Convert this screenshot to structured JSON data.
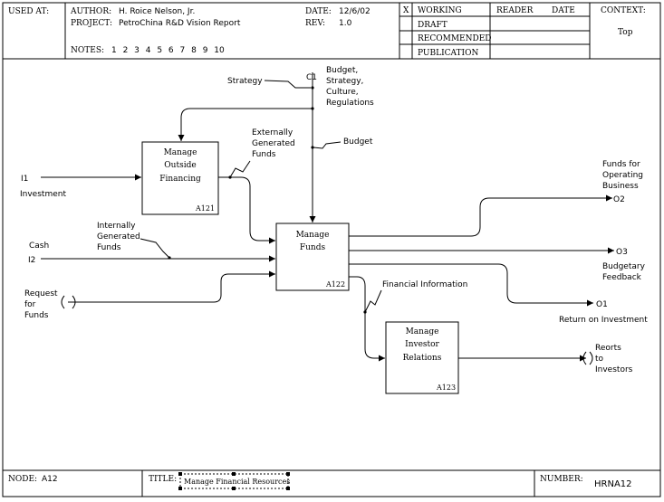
{
  "header": {
    "used_at_label": "USED AT:",
    "author_label": "AUTHOR:",
    "author": "H. Roice Nelson, Jr.",
    "project_label": "PROJECT:",
    "project": "PetroChina R&D Vision Report",
    "date_label": "DATE:",
    "date": "12/6/02",
    "rev_label": "REV:",
    "rev": "1.0",
    "notes_label": "NOTES:",
    "notes": "1 2 3 4 5 6 7 8 9 10",
    "status_marker": "X",
    "status": [
      "WORKING",
      "DRAFT",
      "RECOMMENDED",
      "PUBLICATION"
    ],
    "reader_label": "READER",
    "date_col_label": "DATE",
    "context_label": "CONTEXT:",
    "context_value": "Top"
  },
  "diagram": {
    "boxes": [
      {
        "lines": [
          "Manage",
          "Outside",
          "Financing"
        ],
        "id": "A121"
      },
      {
        "lines": [
          "Manage",
          "Funds"
        ],
        "id": "A122"
      },
      {
        "lines": [
          "Manage",
          "Investor",
          "Relations"
        ],
        "id": "A123"
      }
    ],
    "controls": {
      "c1_code": "C1",
      "c1_text": [
        "Budget,",
        "Strategy,",
        "Culture,",
        "Regulations"
      ],
      "strategy": "Strategy",
      "budget": "Budget"
    },
    "inputs": {
      "i1_code": "I1",
      "investment": "Investment",
      "cash": "Cash",
      "i2_code": "I2",
      "request": [
        "Request",
        "for",
        "Funds"
      ]
    },
    "internal": {
      "external_funds": [
        "Externally",
        "Generated",
        "Funds"
      ],
      "internal_funds": [
        "Internally",
        "Generated",
        "Funds"
      ],
      "financial_info": "Financial Information"
    },
    "outputs": {
      "funds_operating": [
        "Funds for",
        "Operating",
        "Business"
      ],
      "o2_code": "O2",
      "o3_code": "O3",
      "budgetary": [
        "Budgetary",
        "Feedback"
      ],
      "o1_code": "O1",
      "roi": "Return on Investment",
      "reports": [
        "Reorts",
        "to",
        "Investors"
      ]
    }
  },
  "footer": {
    "node_label": "NODE:",
    "node": "A12",
    "title_label": "TITLE:",
    "title": "Manage Financial Resources",
    "number_label": "NUMBER:",
    "number": "HRNA12"
  }
}
